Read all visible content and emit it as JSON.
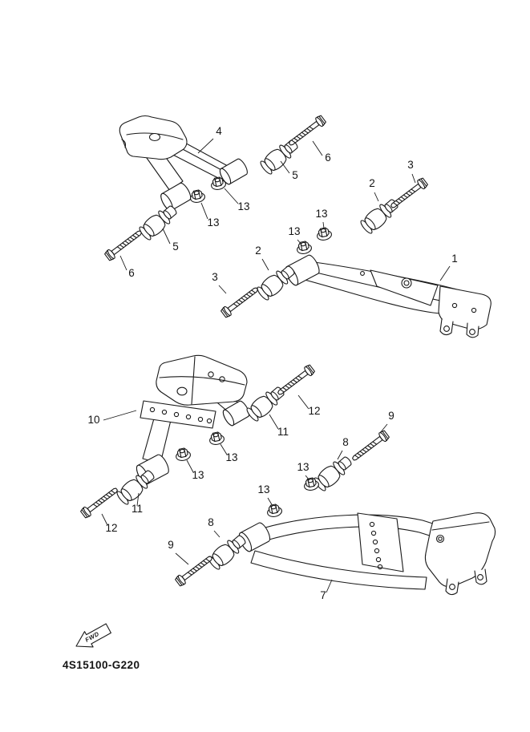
{
  "page": {
    "background": "#ffffff",
    "ink": "#1a1a1a"
  },
  "diagram": {
    "code": "4S15100-G220",
    "fwd_label": "FWD"
  },
  "callouts": [
    {
      "label": "4"
    },
    {
      "label": "6"
    },
    {
      "label": "5"
    },
    {
      "label": "13"
    },
    {
      "label": "13"
    },
    {
      "label": "5"
    },
    {
      "label": "6"
    },
    {
      "label": "3"
    },
    {
      "label": "2"
    },
    {
      "label": "13"
    },
    {
      "label": "13"
    },
    {
      "label": "1"
    },
    {
      "label": "2"
    },
    {
      "label": "3"
    },
    {
      "label": "10"
    },
    {
      "label": "12"
    },
    {
      "label": "11"
    },
    {
      "label": "13"
    },
    {
      "label": "13"
    },
    {
      "label": "11"
    },
    {
      "label": "12"
    },
    {
      "label": "9"
    },
    {
      "label": "8"
    },
    {
      "label": "13"
    },
    {
      "label": "13"
    },
    {
      "label": "8"
    },
    {
      "label": "9"
    },
    {
      "label": "7"
    }
  ]
}
